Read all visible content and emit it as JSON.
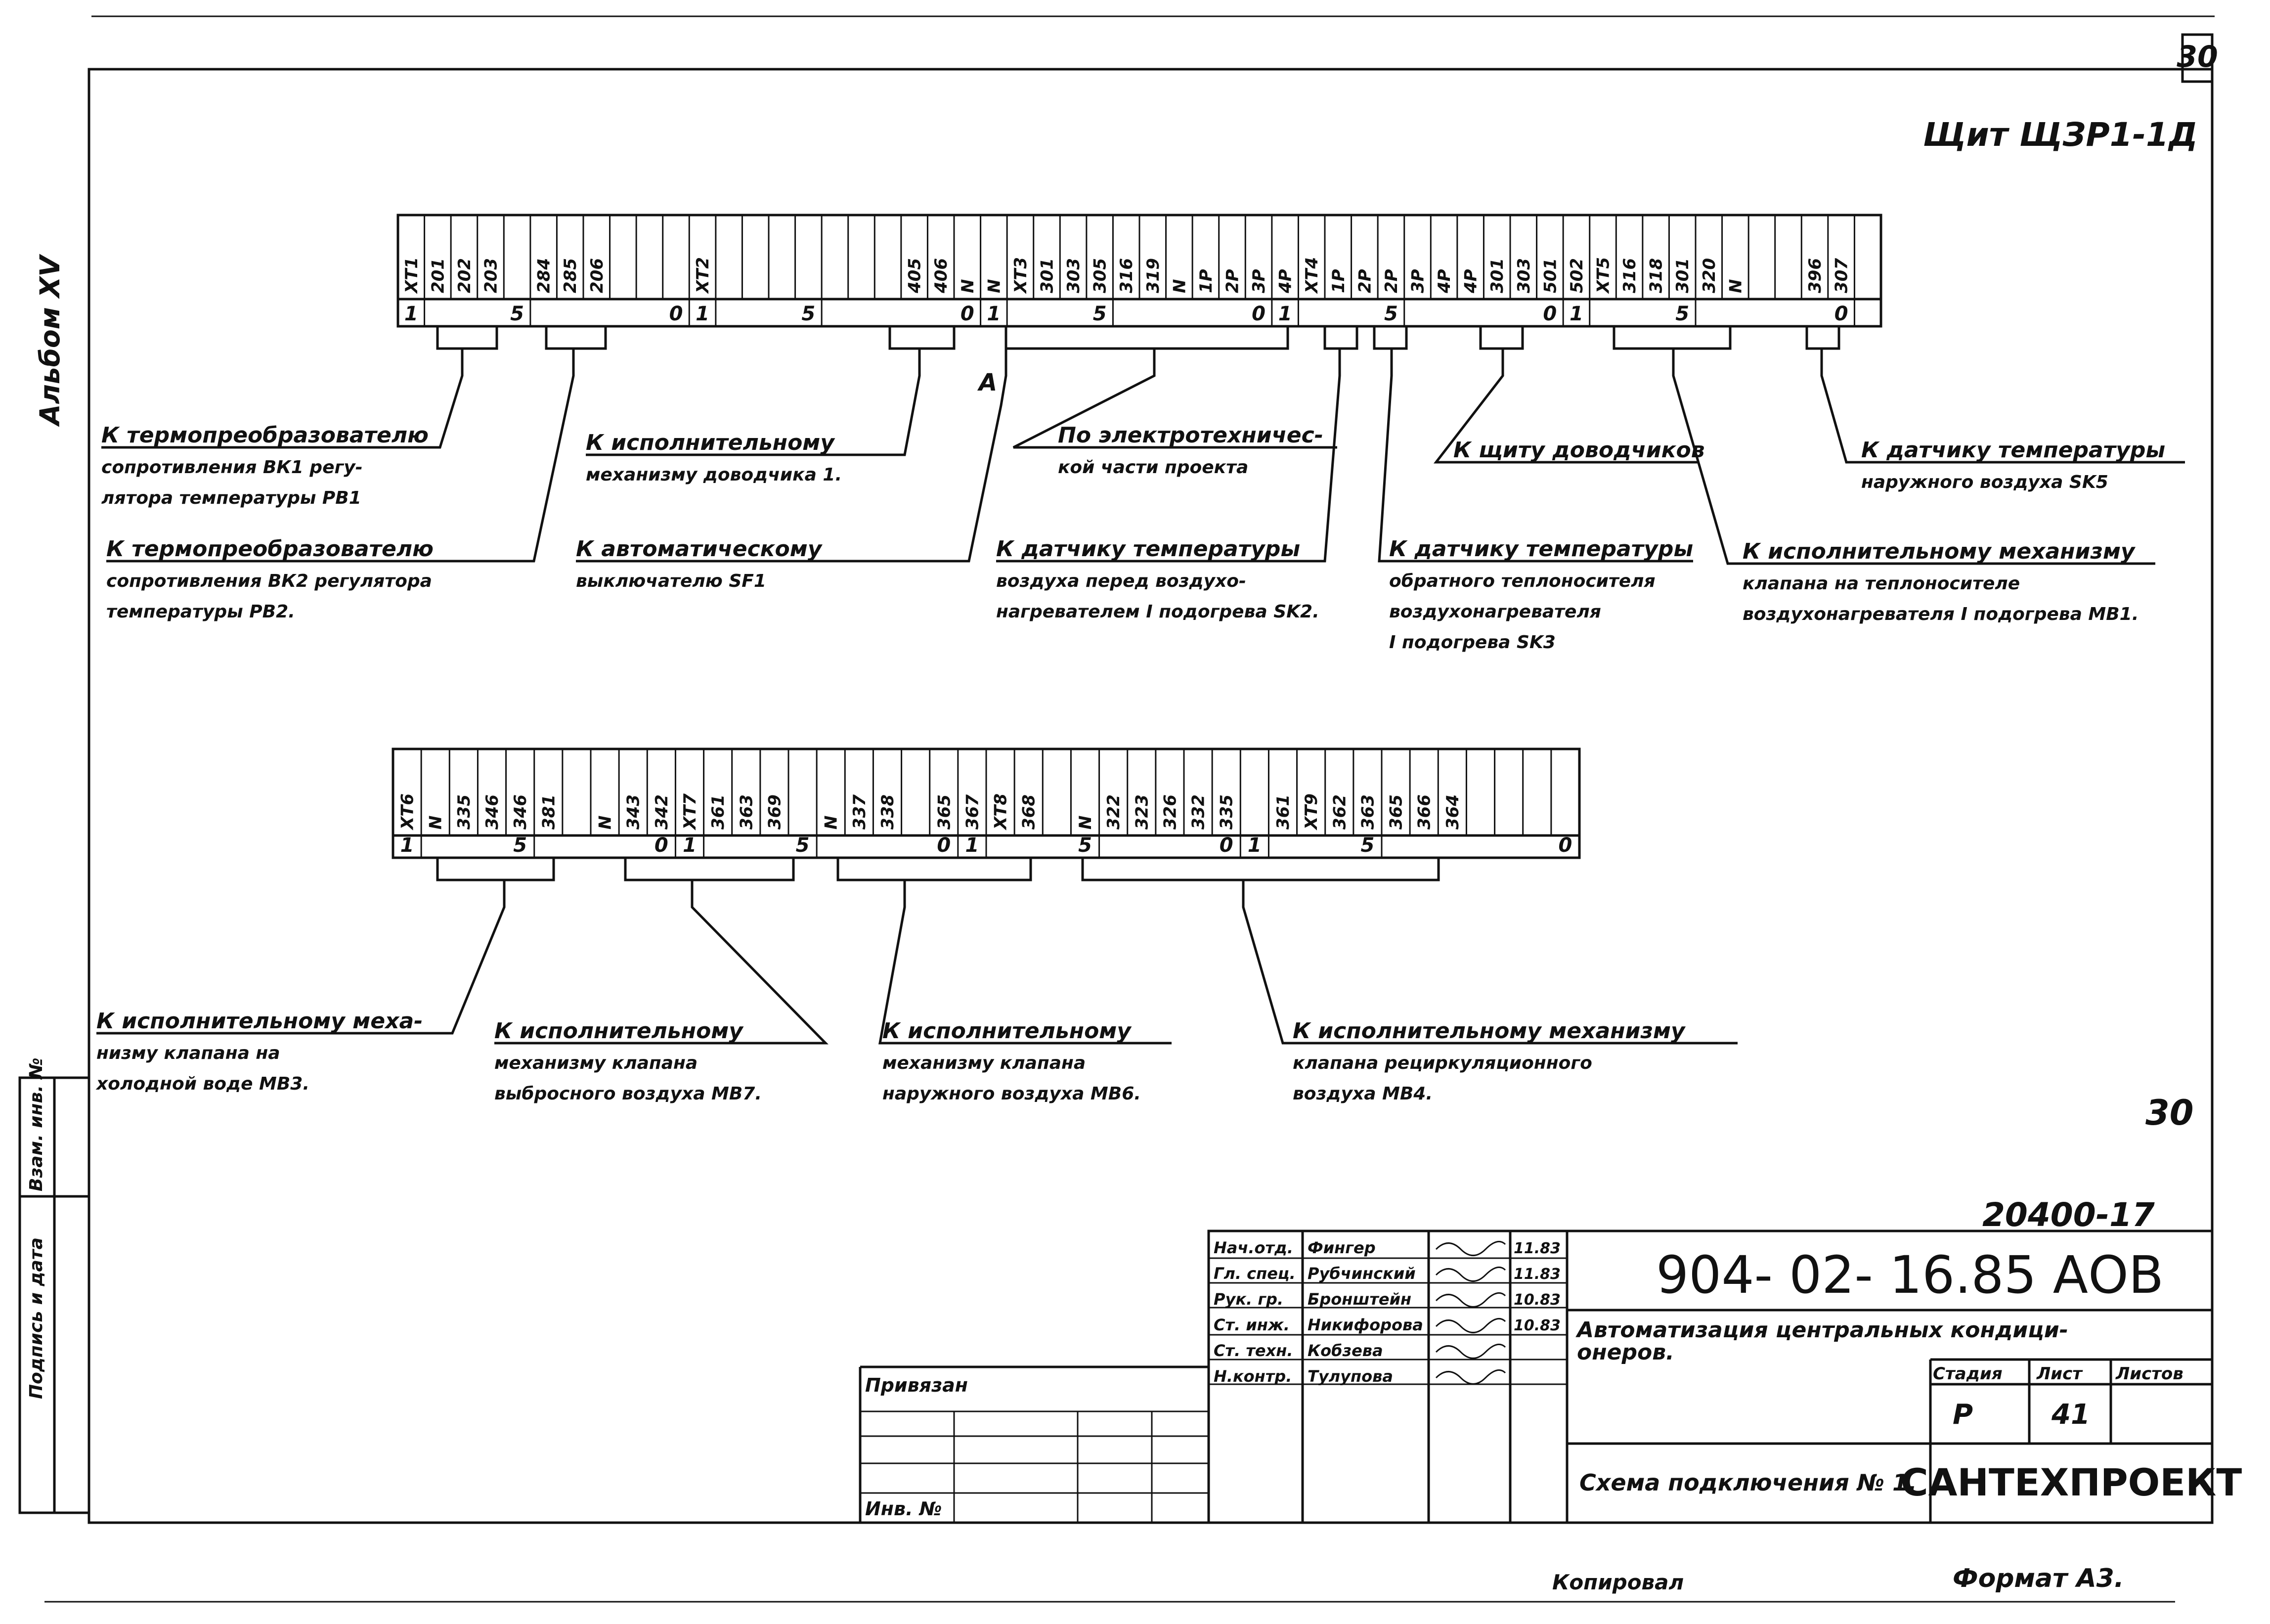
{
  "sheet": {
    "page_number": "30",
    "album": "Альбом XV",
    "panel_title": "Щит  ЩЗР1-1Д",
    "mid_number": "30",
    "drawing_code": "20400-17",
    "copied_by": "Копировал",
    "format": "Формат А3."
  },
  "upper_strip": {
    "labels": [
      "XT1",
      "201",
      "202",
      "203",
      "",
      "284",
      "285",
      "206",
      "",
      "",
      "",
      "XT2",
      "",
      "",
      "",
      "",
      "",
      "",
      "",
      "405",
      "406",
      "N",
      "N",
      "XT3",
      "301",
      "303",
      "305",
      "316",
      "319",
      "N",
      "1P",
      "2P",
      "3P",
      "4P",
      "XT4",
      "1P",
      "2P",
      "2P",
      "3P",
      "4P",
      "4P",
      "301",
      "303",
      "501",
      "502",
      "XT5",
      "316",
      "318",
      "301",
      "320",
      "N",
      "",
      "",
      "396",
      "307",
      ""
    ],
    "numbers": [
      "1",
      "5",
      "0",
      "1",
      "5",
      "0",
      "1",
      "5",
      "0",
      "1",
      "5",
      "0",
      "1",
      "5",
      "0"
    ]
  },
  "lower_strip": {
    "labels": [
      "XT6",
      "N",
      "335",
      "346",
      "346",
      "381",
      "",
      "N",
      "343",
      "342",
      "XT7",
      "361",
      "363",
      "369",
      "",
      "N",
      "337",
      "338",
      "",
      "365",
      "367",
      "XT8",
      "368",
      "",
      "N",
      "322",
      "323",
      "326",
      "332",
      "335",
      "",
      "361",
      "XT9",
      "362",
      "363",
      "365",
      "366",
      "364",
      "",
      "",
      "",
      ""
    ],
    "numbers": [
      "1",
      "5",
      "0",
      "1",
      "5",
      "0",
      "1",
      "5",
      "0",
      "1",
      "5",
      "0"
    ]
  },
  "callouts_top": [
    {
      "id": "c1",
      "lines": [
        "К термопреобразователю",
        "сопротивления ВК1 регу-",
        "лятора температуры РВ1"
      ]
    },
    {
      "id": "c2",
      "lines": [
        "К термопреобразователю",
        "сопротивления ВК2  регулятора",
        "температуры    РВ2."
      ]
    },
    {
      "id": "c3",
      "lines": [
        "К исполнительному",
        "механизму  доводчика         1."
      ]
    },
    {
      "id": "c4",
      "lines": [
        "К автоматическому",
        "выключателю     SF1"
      ]
    },
    {
      "id": "c5",
      "lines": [
        "По электротехничес-",
        "кой  части проекта"
      ]
    },
    {
      "id": "c6",
      "lines": [
        "К датчику температуры",
        "воздуха  перед  воздухо-",
        "нагревателем I подогрева SK2."
      ]
    },
    {
      "id": "c7",
      "lines": [
        "К щиту доводчиков"
      ]
    },
    {
      "id": "c8",
      "lines": [
        "К датчику температуры",
        "обратного теплоносителя",
        "воздухонагревателя",
        "I подогрева  SK3"
      ]
    },
    {
      "id": "c9",
      "lines": [
        "К датчику  температуры",
        "наружного  воздуха SK5"
      ]
    },
    {
      "id": "c10",
      "lines": [
        "К исполнительному механизму",
        "клапана  на  теплоносителе",
        "воздухонагревателя  I подогрева МВ1."
      ]
    }
  ],
  "callouts_bottom": [
    {
      "id": "d1",
      "lines": [
        "К исполнительному  меха-",
        "низму клапана  на",
        "холодной  воде   МВ3."
      ]
    },
    {
      "id": "d2",
      "lines": [
        "К исполнительному",
        "механизму клапана",
        "выбросного  воздуха МВ7."
      ]
    },
    {
      "id": "d3",
      "lines": [
        "К исполнительному",
        "механизму   клапана",
        "наружного  воздуха МВ6."
      ]
    },
    {
      "id": "d4",
      "lines": [
        "К исполнительному механизму",
        "клапана     рециркуляционного",
        "воздуха      МВ4."
      ]
    }
  ],
  "marker_a": "А",
  "side_stamp": [
    "Подпись и дата",
    "Взам. инв. №"
  ],
  "title_block": {
    "staff": [
      {
        "role": "Нач.отд.",
        "name": "Фингер",
        "date": "11.83"
      },
      {
        "role": "Гл. спец.",
        "name": "Рубчинский",
        "date": "11.83"
      },
      {
        "role": "Рук. гр.",
        "name": "Бронштейн",
        "date": "10.83"
      },
      {
        "role": "Ст. инж.",
        "name": "Никифорова",
        "date": "10.83"
      },
      {
        "role": "Ст. техн.",
        "name": "Кобзева",
        "date": ""
      },
      {
        "role": "Н.контр.",
        "name": "Тулупова",
        "date": ""
      }
    ],
    "privyazan": "Привязан",
    "inv_no": "Инв. №",
    "code": "904- 02- 16.85  АОВ",
    "title_line1": "Автоматизация  центральных  кондици-",
    "title_line2": "онеров.",
    "sheet_title": "Схема  подключения  № 1.",
    "stage_label": "Стадия",
    "sheet_label": "Лист",
    "sheets_label": "Листов",
    "stage_value": "Р",
    "sheet_value": "41",
    "org": "САНТЕХПРОЕКТ"
  }
}
